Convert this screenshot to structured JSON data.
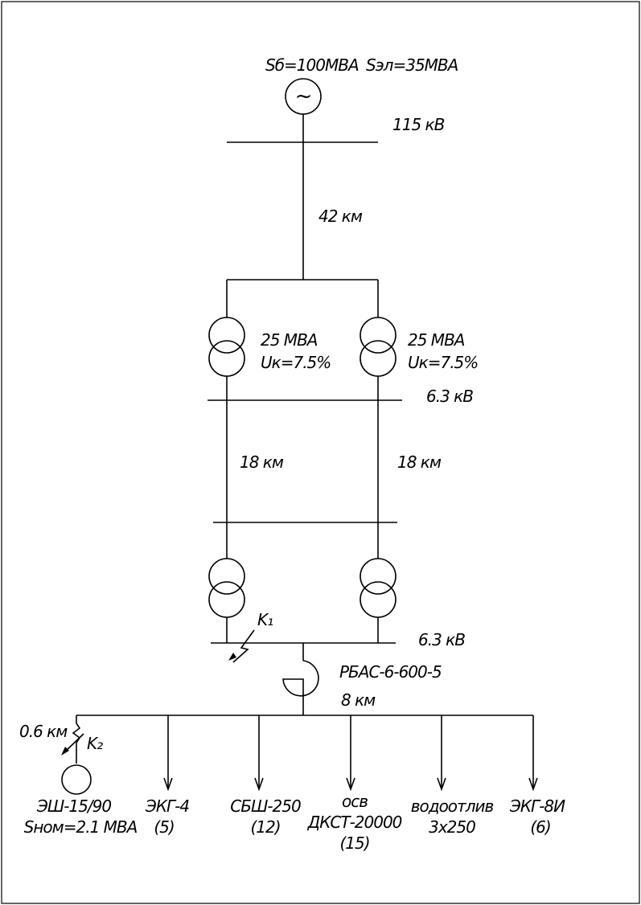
{
  "source": {
    "base_power": "Sб=100МВА",
    "system_power": "Sэл=35МВА",
    "symbol": "~"
  },
  "buses": {
    "hv_voltage": "115 кВ",
    "lv1_voltage": "6.3 кВ",
    "lv2_voltage": "6.3 кВ"
  },
  "lines": {
    "hv_line_length": "42 км",
    "line_left_length": "18 км",
    "line_right_length": "18 км",
    "reactor_line_length": "8 км",
    "branch_length": "0.6 км"
  },
  "transformers": {
    "left_rating": "25 МВА",
    "left_uk": "Uк=7.5%",
    "right_rating": "25 МВА",
    "right_uk": "Uк=7.5%"
  },
  "faults": {
    "k1": "K₁",
    "k2": "K₂"
  },
  "reactor": {
    "label": "РБАС-6-600-5"
  },
  "loads": [
    {
      "line1": "ЭШ-15/90",
      "line2": "Sном=2.1 МВА"
    },
    {
      "line1": "ЭКГ-4",
      "line2": "(5)"
    },
    {
      "line1": "СБШ-250",
      "line2": "(12)"
    },
    {
      "line1": "осв",
      "line2": "ДКСТ-20000",
      "line3": "(15)"
    },
    {
      "line1": "водоотлив",
      "line2": "3х250"
    },
    {
      "line1": "ЭКГ-8И",
      "line2": "(6)"
    }
  ]
}
